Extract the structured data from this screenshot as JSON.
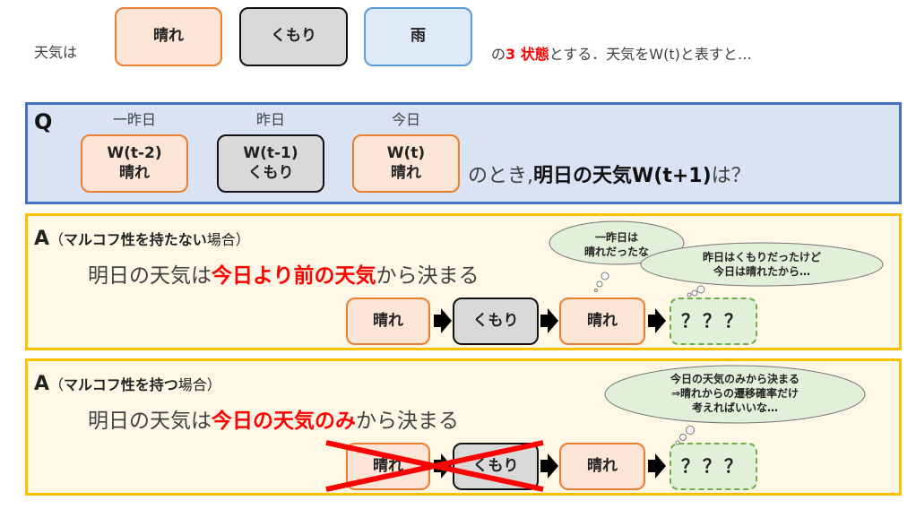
{
  "intro": {
    "prefix": "天気は",
    "states": [
      "晴れ",
      "くもり",
      "雨"
    ],
    "suffix_pre": "の",
    "suffix_red": "3 状態",
    "suffix_post": "とする．天気をW(t)と表すと…"
  },
  "question": {
    "label": "Q",
    "days": [
      {
        "day": "一昨日",
        "var": "W(t-2)",
        "state": "晴れ"
      },
      {
        "day": "昨日",
        "var": "W(t-1)",
        "state": "くもり"
      },
      {
        "day": "今日",
        "var": "W(t)",
        "state": "晴れ"
      }
    ],
    "text_pre": "のとき,",
    "text_bold": "明日の天気W(t+1)",
    "text_post": "は？"
  },
  "answer_non_markov": {
    "label": "A",
    "paren_open": "（",
    "title_bold": "マルコフ性を持たない",
    "title_post": "場合）",
    "line_pre": "明日の天気は",
    "line_red": "今日より前の天気",
    "line_post": "から決まる",
    "chain": [
      "晴れ",
      "くもり",
      "晴れ",
      "？？？"
    ],
    "thought1": "一昨日は\n晴れだったな",
    "thought2": "昨日はくもりだったけど\n今日は晴れたから…"
  },
  "answer_markov": {
    "label": "A",
    "paren_open": "（",
    "title_bold": "マルコフ性を持つ",
    "title_post": "場合）",
    "line_pre": "明日の天気は",
    "line_red": "今日の天気のみ",
    "line_post": "から決まる",
    "chain": [
      "晴れ",
      "くもり",
      "晴れ",
      "？？？"
    ],
    "thought": "今日の天気のみから決まる\n⇒晴れからの遷移確率だけ\n考えればいいな…"
  },
  "colors": {
    "accent_red": "#ff0000",
    "q_border": "#4472c4",
    "a_border": "#ffc000"
  }
}
